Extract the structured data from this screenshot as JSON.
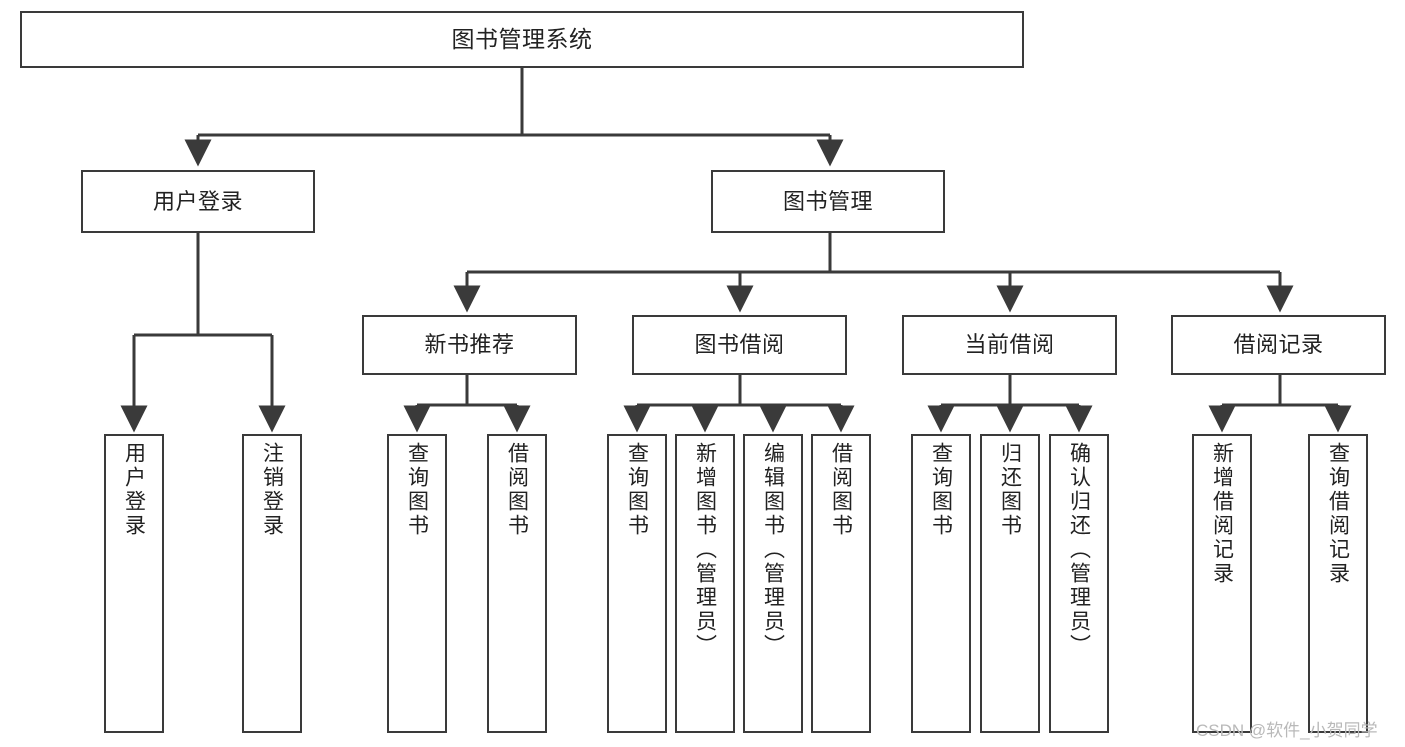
{
  "diagram": {
    "title": "图书管理系统",
    "type": "tree-hierarchy-chart",
    "colors": {
      "border": "#3a3a3a",
      "connector": "#3a3a3a",
      "background": "#ffffff",
      "text": "#222222",
      "watermark": "#b9b9b9"
    },
    "root": {
      "label": "图书管理系统"
    },
    "level2": [
      {
        "label": "用户登录"
      },
      {
        "label": "图书管理"
      }
    ],
    "level3": [
      {
        "label": "新书推荐"
      },
      {
        "label": "图书借阅"
      },
      {
        "label": "当前借阅"
      },
      {
        "label": "借阅记录"
      }
    ],
    "leaves": {
      "user_login": [
        {
          "label": "用户登录"
        },
        {
          "label": "注销登录"
        }
      ],
      "new_book_recommend": [
        {
          "label": "查询图书"
        },
        {
          "label": "借阅图书"
        }
      ],
      "book_borrow": [
        {
          "label": "查询图书"
        },
        {
          "label": "新增图书（管理员）"
        },
        {
          "label": "编辑图书（管理员）"
        },
        {
          "label": "借阅图书"
        }
      ],
      "current_borrow": [
        {
          "label": "查询图书"
        },
        {
          "label": "归还图书"
        },
        {
          "label": "确认归还（管理员）"
        }
      ],
      "borrow_record": [
        {
          "label": "新增借阅记录"
        },
        {
          "label": "查询借阅记录"
        }
      ]
    },
    "watermark": "CSDN @软件_小贺同学"
  }
}
